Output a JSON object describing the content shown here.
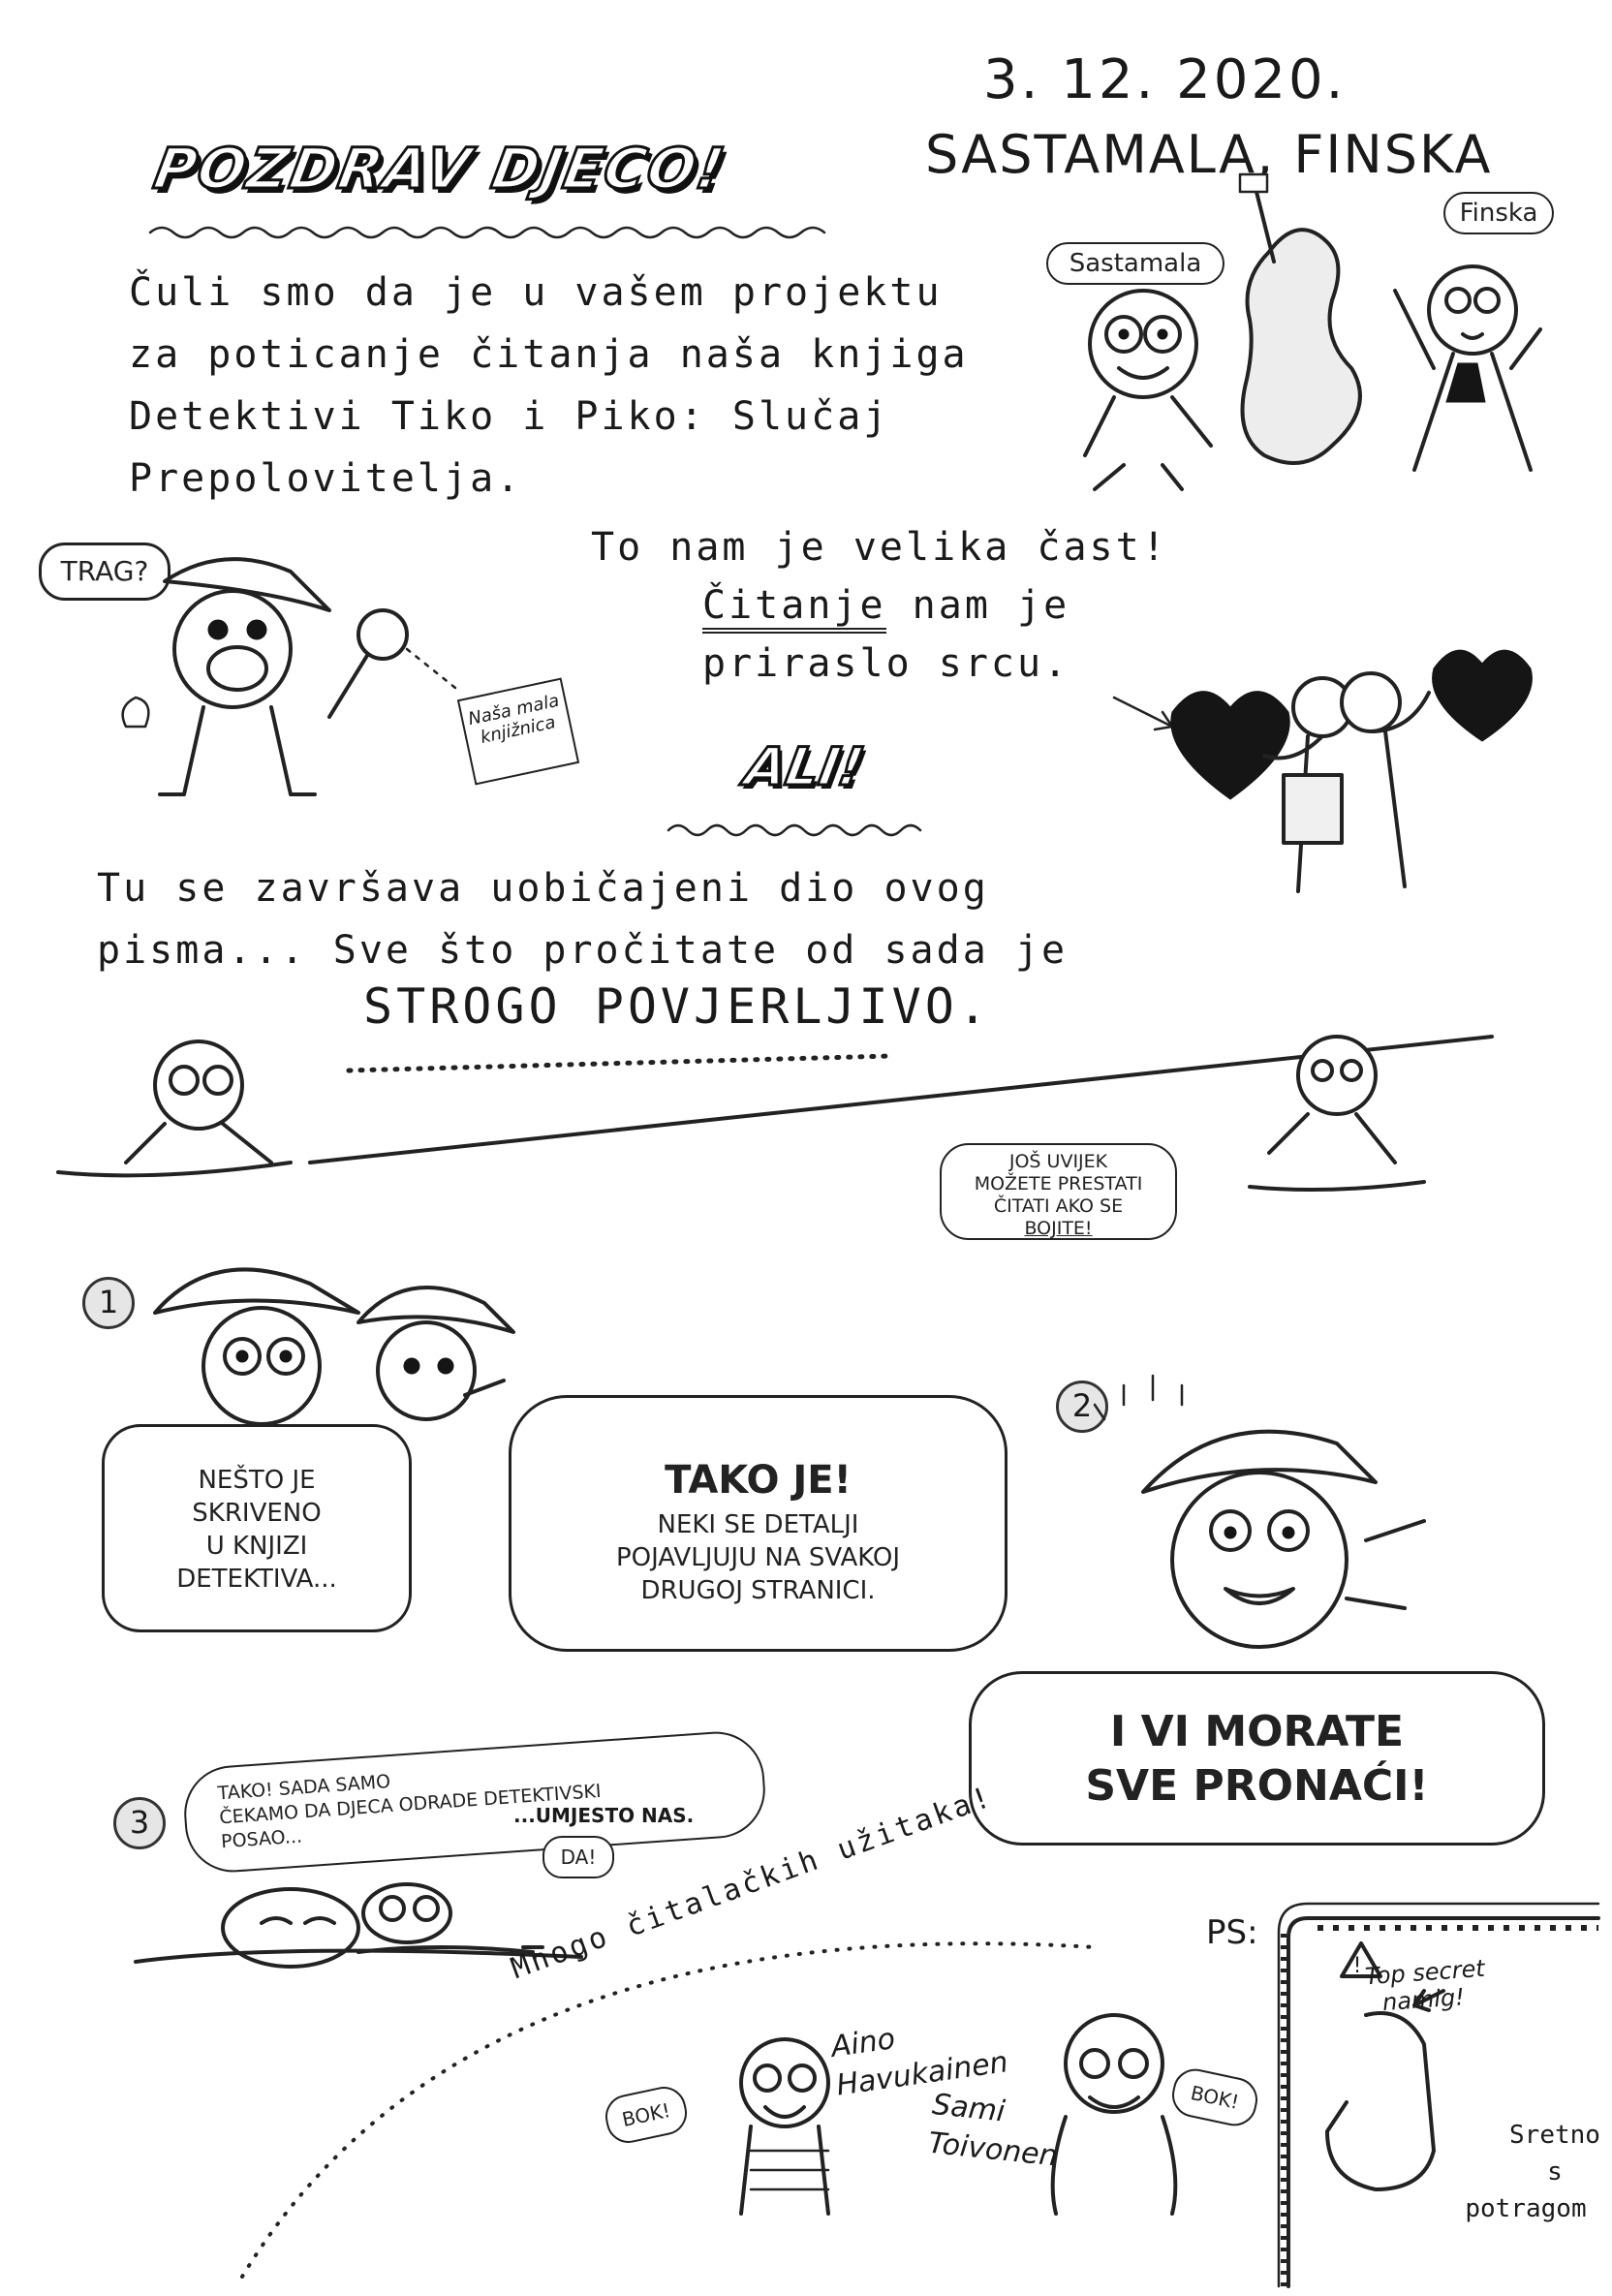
{
  "header": {
    "title": "POZDRAV DJECO!",
    "date": "3. 12. 2020.",
    "place": "SASTAMALA, FINSKA"
  },
  "intro": {
    "lines": [
      "Čuli smo da je u vašem projektu",
      "za poticanje čitanja naša knjiga",
      "Detektivi Tiko i Piko: Slučaj",
      "Prepolovitelja."
    ]
  },
  "labels": {
    "sastamala": "Sastamala",
    "finska": "Finska",
    "trag": "TRAG?",
    "book_title_1": "Naša mala",
    "book_title_2": "knjižnica"
  },
  "honor": {
    "line1": "To nam je velika čast!",
    "line2_underlined": "Čitanje",
    "line2_rest": " nam je",
    "line3": "priraslo srcu."
  },
  "ali": "ALI!",
  "confidential": {
    "line1": "Tu se završava uobičajeni dio ovog",
    "line2": "pisma... Sve što pročitate od sada je",
    "strict": "STROGO POVJERLJIVO."
  },
  "warning_bubble": {
    "lines": [
      "JOŠ UVIJEK",
      "MOŽETE PRESTATI",
      "ČITATI AKO SE"
    ],
    "last": "BOJITE!"
  },
  "panel1": {
    "number": "1",
    "bubble_left": [
      "NEŠTO JE",
      "SKRIVENO",
      "U KNJIZI",
      "DETEKTIVA..."
    ],
    "bubble_right_title": "TAKO JE!",
    "bubble_right_lines": [
      "NEKI SE DETALJI",
      "POJAVLJUJU NA SVAKOJ",
      "DRUGOJ STRANICI."
    ]
  },
  "panel2": {
    "number": "2",
    "bubble_lines": [
      "I VI MORATE",
      "SVE PRONAĆI!"
    ]
  },
  "panel3": {
    "number": "3",
    "bubble_lines": [
      "TAKO! SADA SAMO",
      "ČEKAMO DA DJECA ODRADE DETEKTIVSKI",
      "POSAO..."
    ],
    "umjesto": "...UMJESTO NAS.",
    "da": "DA!"
  },
  "footer": {
    "greeting": "Mnogo čitalačkih užitaka!",
    "author1": "Aino Havukainen",
    "author2": "Sami Toivonen",
    "bok1": "BOK!",
    "bok2": "BOK!",
    "ps": "PS:",
    "secret1": "Top secret",
    "secret2": "namig!",
    "luck1": "Sretno",
    "luck2": "s",
    "luck3": "potragom"
  }
}
